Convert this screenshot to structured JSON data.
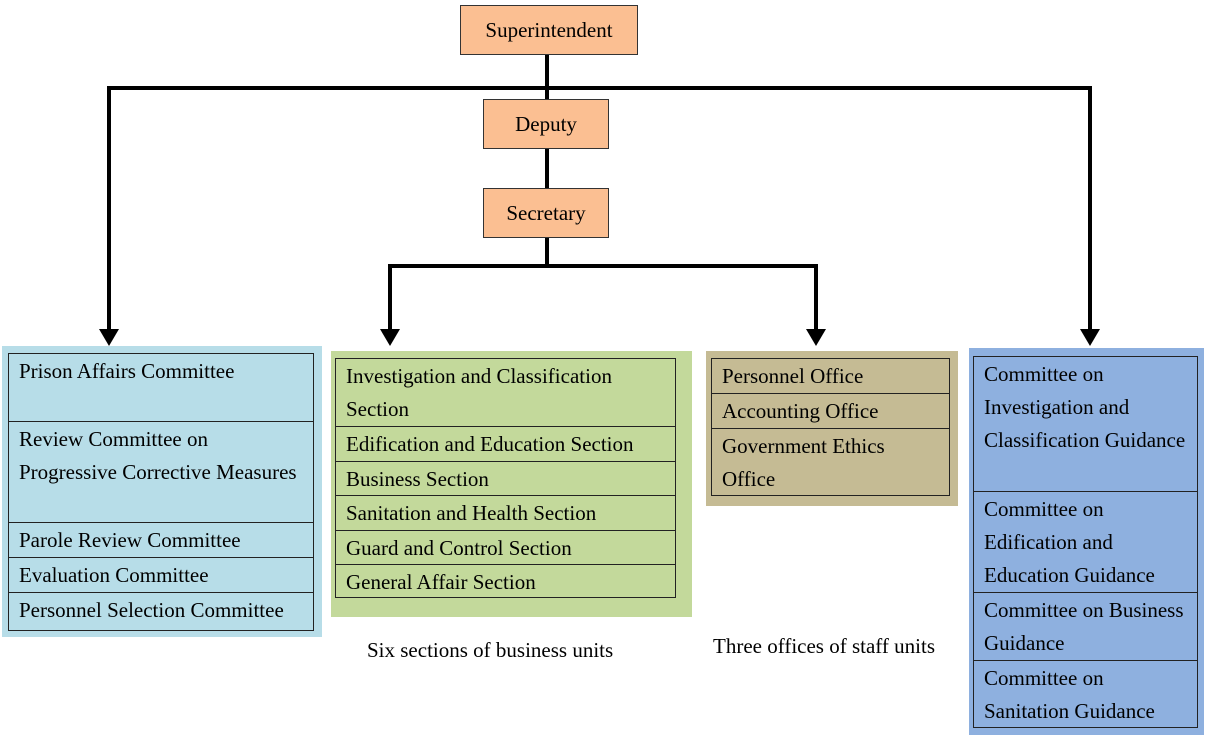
{
  "leadership": {
    "superintendent": "Superintendent",
    "deputy": "Deputy",
    "secretary": "Secretary"
  },
  "committees_left": [
    "Prison Affairs Committee",
    "Review Committee on Progressive Corrective Measures",
    "Parole Review Committee",
    "Evaluation Committee",
    "Personnel Selection Committee"
  ],
  "business_sections": [
    "Investigation and Classification Section",
    "Edification and Education Section",
    "Business Section",
    "Sanitation and Health Section",
    "Guard and Control Section",
    "General Affair Section"
  ],
  "staff_offices": [
    "Personnel Office",
    "Accounting Office",
    "Government Ethics Office"
  ],
  "committees_right": [
    "Committee on Investigation and Classification Guidance",
    "Committee on Edification and Education Guidance",
    "Committee on Business Guidance",
    "Committee on Sanitation Guidance"
  ],
  "captions": {
    "business": "Six sections of business units",
    "staff": "Three offices of staff units"
  },
  "colors": {
    "leadership": "#fbbf92",
    "committees_left": "#b7dde8",
    "business_sections": "#c3d99b",
    "staff_offices": "#c5bb94",
    "committees_right": "#8eb0df"
  }
}
